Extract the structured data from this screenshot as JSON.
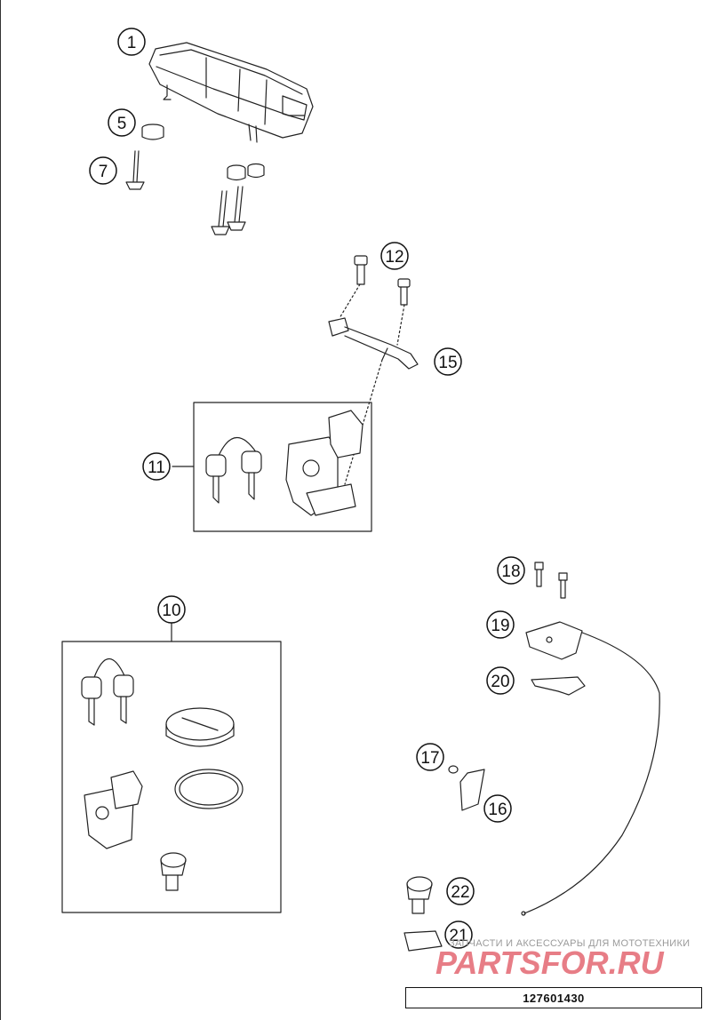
{
  "callouts": [
    "1",
    "5",
    "7",
    "12",
    "15",
    "11",
    "18",
    "19",
    "20",
    "10",
    "17",
    "16",
    "22",
    "21"
  ],
  "watermark": {
    "tagline": "ЗАПЧАСТИ И АКСЕССУАРЫ ДЛЯ МОТОТЕХНИКИ",
    "logo_text": "PARTSFOR.RU",
    "logo_color": "#e0525e"
  },
  "drawing_number": "127601430"
}
